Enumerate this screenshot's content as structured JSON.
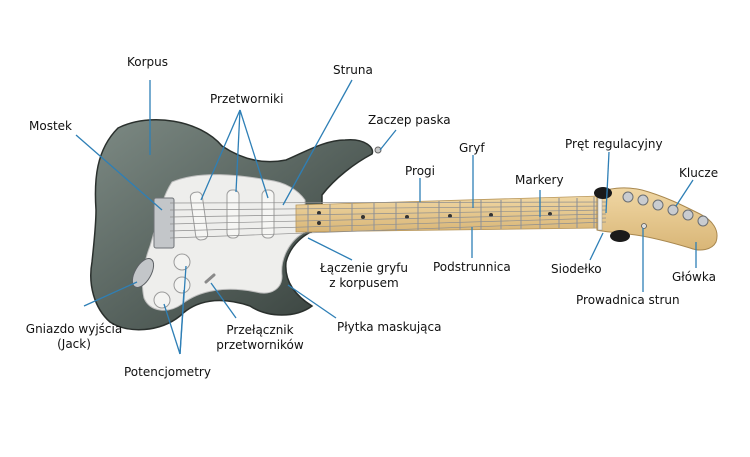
{
  "labels": {
    "korpus": "Korpus",
    "przetworniki": "Przetworniki",
    "struna": "Struna",
    "mostek": "Mostek",
    "zaczep_paska": "Zaczep paska",
    "progi": "Progi",
    "gryf": "Gryf",
    "pret_regulacyjny": "Pręt regulacyjny",
    "markery": "Markery",
    "klucze": "Klucze",
    "laczenie_line1": "Łączenie gryfu",
    "laczenie_line2": "z korpusem",
    "podstrunnica": "Podstrunnica",
    "siodelko": "Siodełko",
    "glowka": "Główka",
    "prowadnica_strun": "Prowadnica strun",
    "gniazdo_line1": "Gniazdo wyjścia",
    "gniazdo_line2": "(Jack)",
    "przelacznik_line1": "Przełącznik",
    "przelacznik_line2": "przetworników",
    "plytka_maskujaca": "Płytka maskująca",
    "potencjometry": "Potencjometry"
  },
  "colors": {
    "body": "#5f6b66",
    "pickguard": "#eeeeec",
    "maple": "#e3c48a",
    "leader": "#2e7fb6",
    "hardware": "#b8bcc0"
  }
}
